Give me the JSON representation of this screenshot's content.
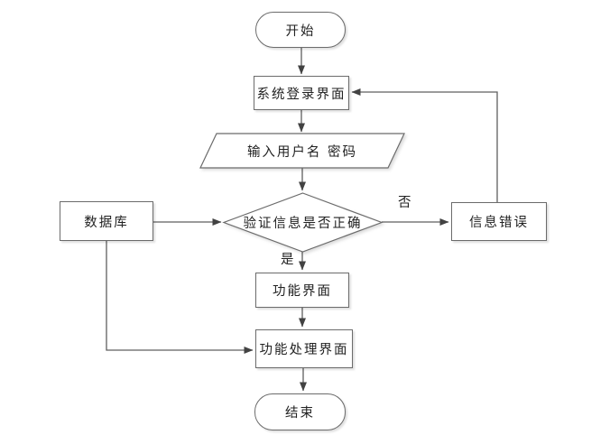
{
  "diagram": {
    "type": "flowchart",
    "subject": "system-login-flow",
    "nodes": {
      "start": {
        "label": "开始",
        "shape": "terminator"
      },
      "login": {
        "label": "系统登录界面",
        "shape": "process"
      },
      "input": {
        "label": "输入用户名 密码",
        "shape": "io-parallelogram"
      },
      "verify": {
        "label": "验证信息是否正确",
        "shape": "decision-diamond"
      },
      "database": {
        "label": "数据库",
        "shape": "process"
      },
      "error": {
        "label": "信息错误",
        "shape": "process"
      },
      "function_ui": {
        "label": "功能界面",
        "shape": "process"
      },
      "function_process": {
        "label": "功能处理界面",
        "shape": "process"
      },
      "end": {
        "label": "结束",
        "shape": "terminator"
      }
    },
    "edge_labels": {
      "no": "否",
      "yes": "是"
    },
    "edges": [
      {
        "from": "start",
        "to": "login"
      },
      {
        "from": "login",
        "to": "input"
      },
      {
        "from": "input",
        "to": "verify"
      },
      {
        "from": "database",
        "to": "verify"
      },
      {
        "from": "verify",
        "to": "error",
        "label": "否"
      },
      {
        "from": "error",
        "to": "login"
      },
      {
        "from": "verify",
        "to": "function_ui",
        "label": "是"
      },
      {
        "from": "function_ui",
        "to": "function_process"
      },
      {
        "from": "database",
        "to": "function_process"
      },
      {
        "from": "function_process",
        "to": "end"
      }
    ],
    "colors": {
      "background": "#ffffff",
      "shape_fill": "#ffffff",
      "border": "#6b6b6b",
      "line": "#5f5f5f",
      "arrowhead": "#424242",
      "text": "#222222"
    }
  }
}
